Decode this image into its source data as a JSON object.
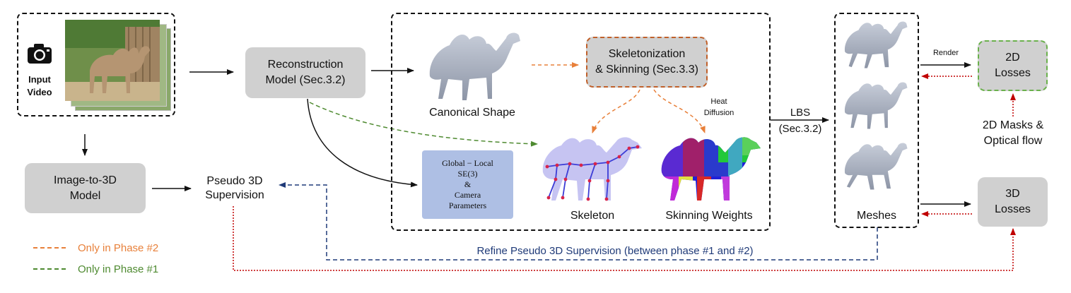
{
  "input": {
    "label_line1": "Input",
    "label_line2": "Video"
  },
  "reconstruction": {
    "line1": "Reconstruction",
    "line2": "Model (Sec.3.2)"
  },
  "image_to_3d": {
    "line1": "Image-to-3D",
    "line2": "Model"
  },
  "pseudo": {
    "line1": "Pseudo 3D",
    "line2": "Supervision"
  },
  "canonical_shape": "Canonical Shape",
  "skeletonization": {
    "line1": "Skeletonization",
    "line2": "& Skinning (Sec.3.3)"
  },
  "heat_diffusion": {
    "line1": "Heat",
    "line2": "Diffusion"
  },
  "params": {
    "line1": "Global − Local",
    "line2": "SE(3)",
    "line3": "&",
    "line4": "Camera",
    "line5": "Parameters"
  },
  "skeleton": "Skeleton",
  "skinning_weights": "Skinning Weights",
  "lbs": {
    "line1": "LBS",
    "line2": "(Sec.3.2)"
  },
  "meshes": "Meshes",
  "render": "Render",
  "losses_2d": {
    "line1": "2D",
    "line2": "Losses"
  },
  "losses_3d": {
    "line1": "3D",
    "line2": "Losses"
  },
  "masks_flow": {
    "line1": "2D Masks &",
    "line2": "Optical flow"
  },
  "refine": "Refine Pseudo 3D Supervision (between phase #1 and #2)",
  "legend": {
    "phase2": "Only in Phase #2",
    "phase1": "Only in Phase #1",
    "phase2_color": "#e8803a",
    "phase1_color": "#4e8a30"
  },
  "colors": {
    "refine_blue": "#1f3a78",
    "red_dotted": "#c00000",
    "skel_border": "#c0602a",
    "losses2d_border": "#6ab04c",
    "params_bg": "#aebfe4"
  }
}
